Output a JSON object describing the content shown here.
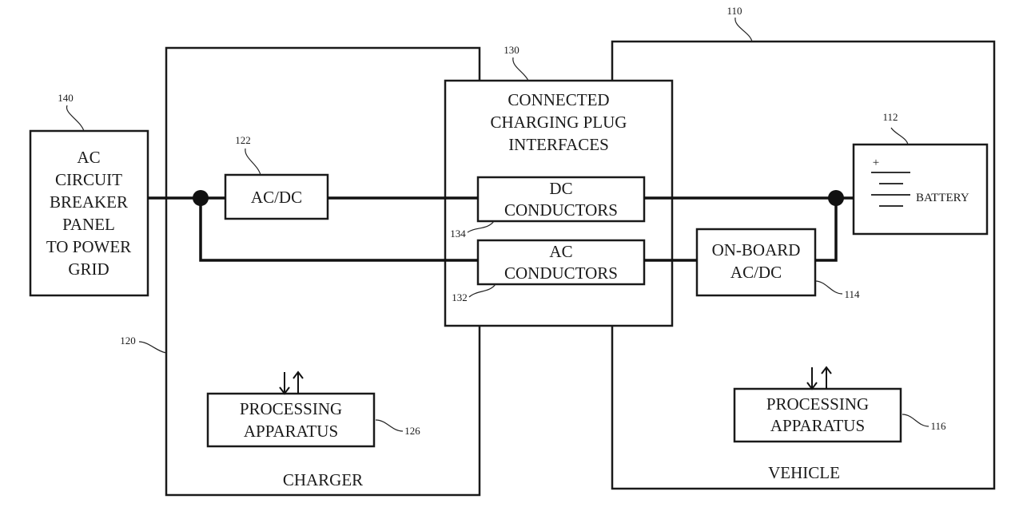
{
  "diagram": {
    "grid_panel": {
      "ref": "140",
      "lines": [
        "AC",
        "CIRCUIT",
        "BREAKER",
        "PANEL",
        "TO POWER",
        "GRID"
      ]
    },
    "charger": {
      "ref": "120",
      "label": "CHARGER",
      "acdc": {
        "ref": "122",
        "label": "AC/DC"
      },
      "processing": {
        "ref": "126",
        "lines": [
          "PROCESSING",
          "APPARATUS"
        ]
      }
    },
    "plug": {
      "ref": "130",
      "lines": [
        "CONNECTED",
        "CHARGING PLUG",
        "INTERFACES"
      ],
      "dc": {
        "ref": "134",
        "lines": [
          "DC",
          "CONDUCTORS"
        ]
      },
      "ac": {
        "ref": "132",
        "lines": [
          "AC",
          "CONDUCTORS"
        ]
      }
    },
    "vehicle": {
      "ref": "110",
      "label": "VEHICLE",
      "battery": {
        "ref": "112",
        "label": "BATTERY",
        "plus": "+"
      },
      "onboard": {
        "ref": "114",
        "lines": [
          "ON-BOARD",
          "AC/DC"
        ]
      },
      "processing": {
        "ref": "116",
        "lines": [
          "PROCESSING",
          "APPARATUS"
        ]
      }
    }
  }
}
